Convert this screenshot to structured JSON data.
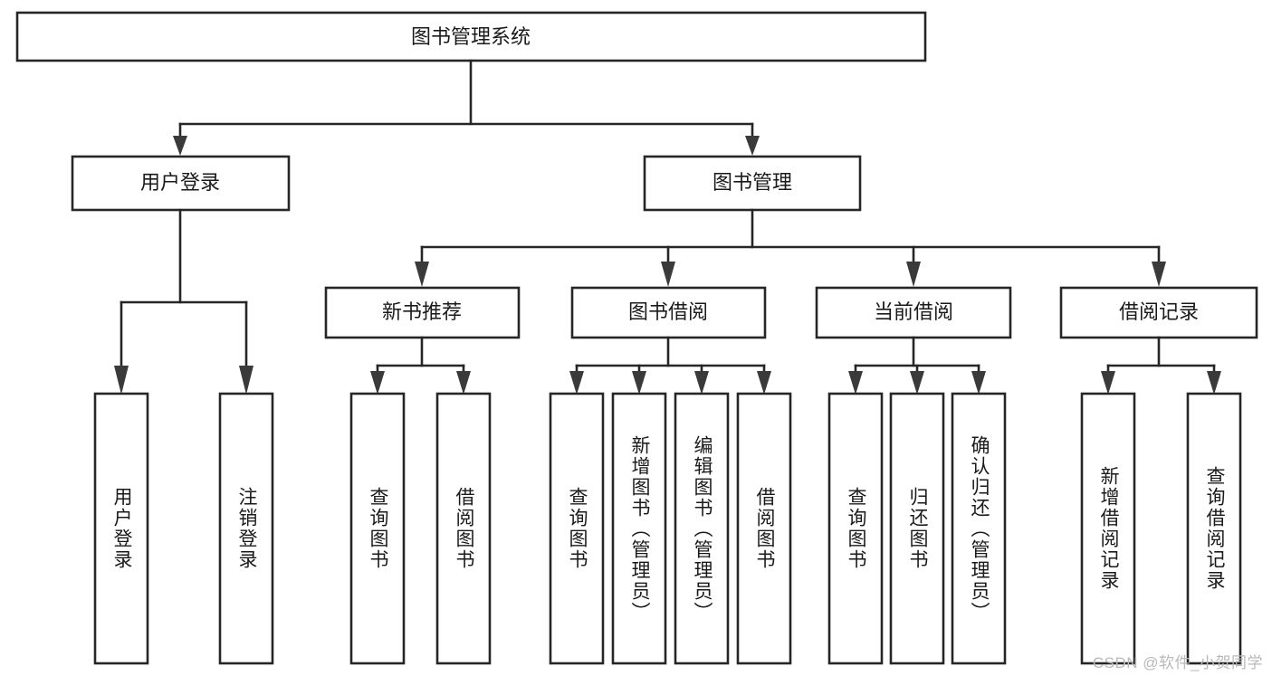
{
  "diagram": {
    "title_root": "图书管理系统",
    "watermark": "CSDN @软件_小贺同学",
    "level2": {
      "user_login": "用户登录",
      "book_manage": "图书管理"
    },
    "level3": {
      "new_book_rec": "新书推荐",
      "book_borrow": "图书借阅",
      "current_borrow": "当前借阅",
      "borrow_record": "借阅记录"
    },
    "leaves": {
      "user_login_1": "用户登录",
      "user_login_2": "注销登录",
      "new_book_1": "查询图书",
      "new_book_2": "借阅图书",
      "borrow_1": "查询图书",
      "borrow_2": "新增图书（管理员）",
      "borrow_3": "编辑图书（管理员）",
      "borrow_4": "借阅图书",
      "current_1": "查询图书",
      "current_2": "归还图书",
      "current_3": "确认归还（管理员）",
      "record_1": "新增借阅记录",
      "record_2": "查询借阅记录"
    }
  },
  "colors": {
    "stroke": "#262626",
    "fill": "#ffffff",
    "text": "#1a1a1a",
    "watermark": "#b9b9b9"
  }
}
